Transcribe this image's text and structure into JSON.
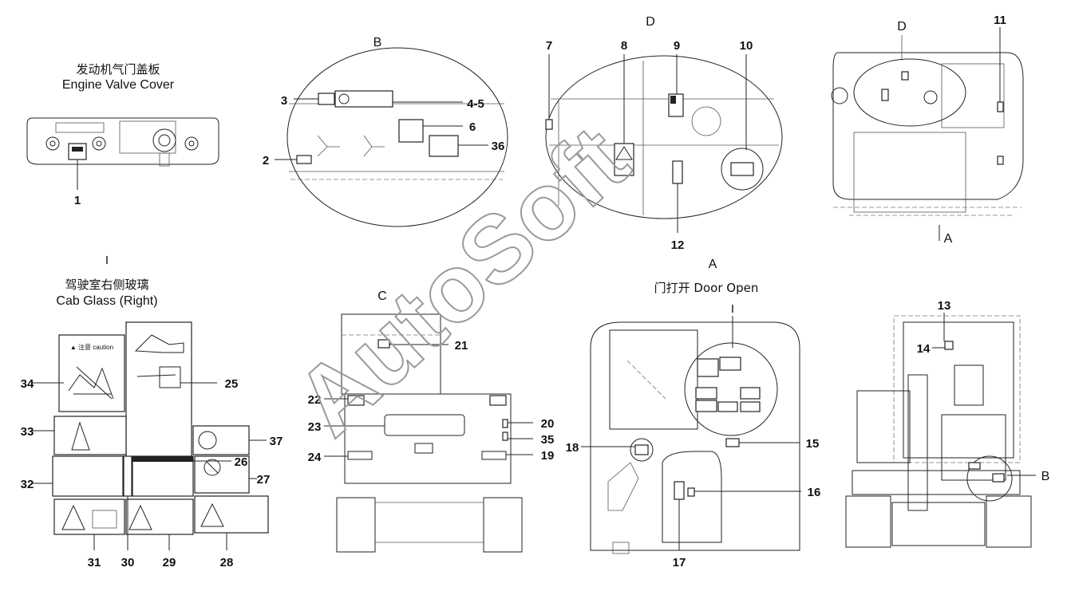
{
  "engine_cover": {
    "title_cn": "发动机气门盖板",
    "title_en": "Engine Valve Cover"
  },
  "cab_glass": {
    "roman": "I",
    "title_cn": "驾驶室右侧玻璃",
    "title_en": "Cab  Glass (Right)"
  },
  "views": {
    "b": "B",
    "c": "C",
    "d_detail": "D",
    "a_top": "A",
    "d_small": "D",
    "a_small": "A",
    "i_door": "I",
    "b_side": "B"
  },
  "door": {
    "title": "门打开  Door Open"
  },
  "decal_text": {
    "caution": "▲ 注意 caution"
  },
  "callouts": {
    "n1": "1",
    "n2": "2",
    "n3": "3",
    "n4_5": "4-5",
    "n6": "6",
    "n7": "7",
    "n8": "8",
    "n9": "9",
    "n10": "10",
    "n11": "11",
    "n12": "12",
    "n13": "13",
    "n14": "14",
    "n15": "15",
    "n16": "16",
    "n17": "17",
    "n18": "18",
    "n19": "19",
    "n20": "20",
    "n21": "21",
    "n22": "22",
    "n23": "23",
    "n24": "24",
    "n25": "25",
    "n26": "26",
    "n27": "27",
    "n28": "28",
    "n29": "29",
    "n30": "30",
    "n31": "31",
    "n32": "32",
    "n33": "33",
    "n34": "34",
    "n35": "35",
    "n36": "36",
    "n37": "37"
  },
  "watermark": "AutoSoft"
}
